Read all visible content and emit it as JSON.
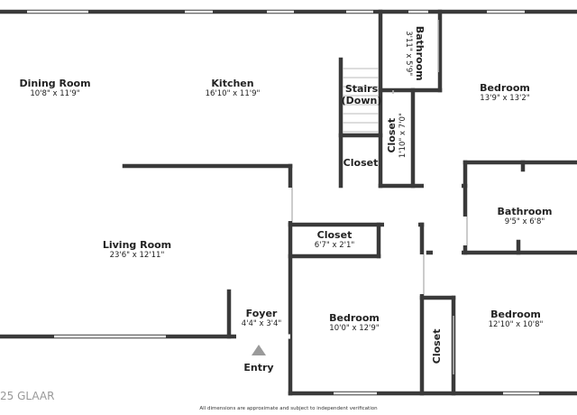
{
  "rooms": {
    "dining": {
      "name": "Dining Room",
      "dims": "10'8\" x 11'9\""
    },
    "kitchen": {
      "name": "Kitchen",
      "dims": "16'10\" x 11'9\""
    },
    "stairs": {
      "name_line1": "Stairs",
      "name_line2": "(Down)"
    },
    "bathroom_top": {
      "name": "Bathroom",
      "dims": "3'11\" x 5'9\""
    },
    "bedroom_top": {
      "name": "Bedroom",
      "dims": "13'9\" x 13'2\""
    },
    "closet_hall": {
      "name": "Closet",
      "dims": "1'10\" x 7'0\""
    },
    "closet_small": {
      "name": "Closet"
    },
    "bathroom_right": {
      "name": "Bathroom",
      "dims": "9'5\" x 6'8\""
    },
    "living": {
      "name": "Living Room",
      "dims": "23'6\" x 12'11\""
    },
    "closet_mid": {
      "name": "Closet",
      "dims": "6'7\" x 2'1\""
    },
    "foyer": {
      "name": "Foyer",
      "dims": "4'4\" x 3'4\""
    },
    "bedroom_mid": {
      "name": "Bedroom",
      "dims": "10'0\" x 12'9\""
    },
    "bedroom_right": {
      "name": "Bedroom",
      "dims": "12'10\" x 10'8\""
    },
    "closet_right": {
      "name": "Closet"
    }
  },
  "entry_label": "Entry",
  "footer": "All dimensions are approximate and subject to independent verification",
  "watermark": "25 GLAAR",
  "colors": {
    "wall": "#3a3a3a",
    "window": "#ffffff",
    "entry_arrow": "#9a9a9a"
  }
}
